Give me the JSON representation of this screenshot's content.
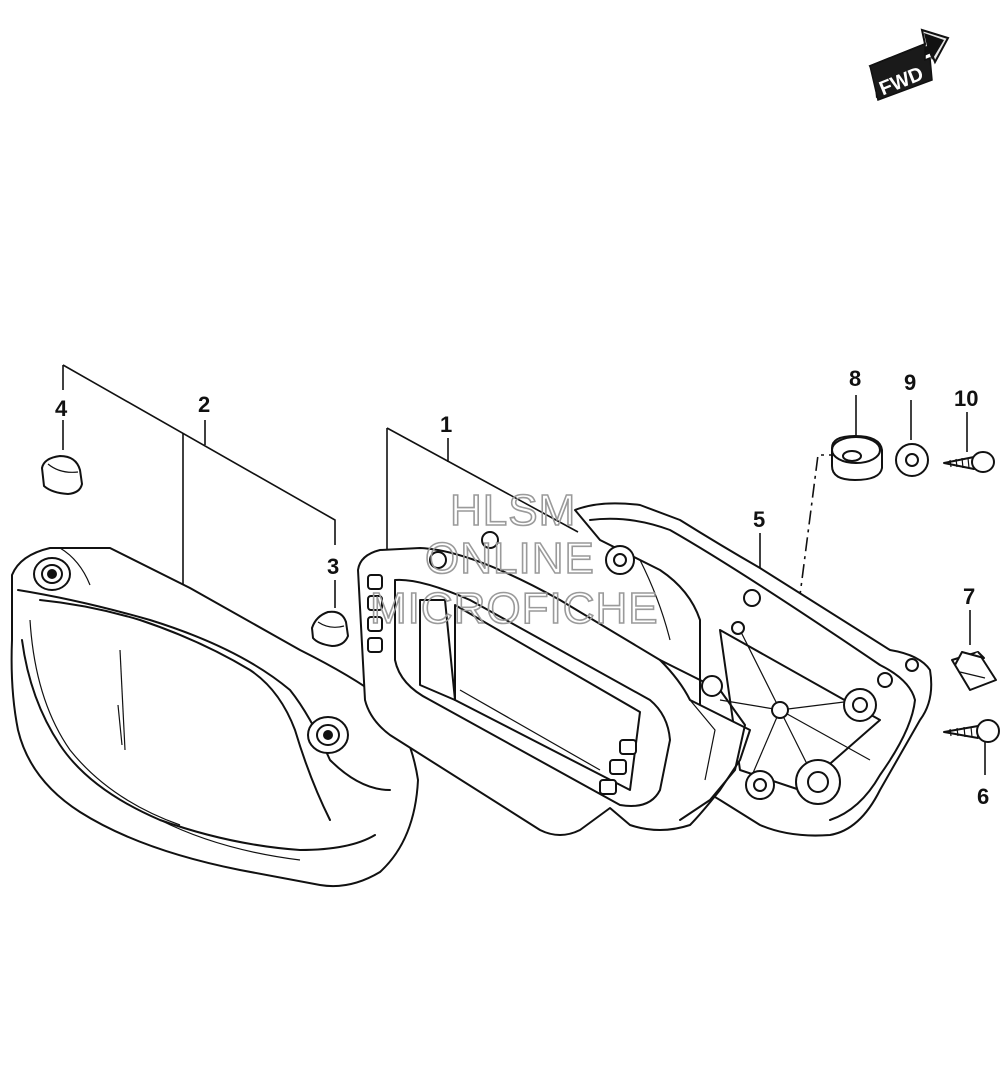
{
  "direction_arrow": {
    "label": "FWD"
  },
  "watermark": {
    "line1": "HLSM",
    "line2": "ONLINE",
    "line3": "MICROFICHE"
  },
  "callouts": [
    {
      "id": "callout-1",
      "label": "1"
    },
    {
      "id": "callout-2",
      "label": "2"
    },
    {
      "id": "callout-3",
      "label": "3"
    },
    {
      "id": "callout-4",
      "label": "4"
    },
    {
      "id": "callout-5",
      "label": "5"
    },
    {
      "id": "callout-6",
      "label": "6"
    },
    {
      "id": "callout-7",
      "label": "7"
    },
    {
      "id": "callout-8",
      "label": "8"
    },
    {
      "id": "callout-9",
      "label": "9"
    },
    {
      "id": "callout-10",
      "label": "10"
    }
  ]
}
